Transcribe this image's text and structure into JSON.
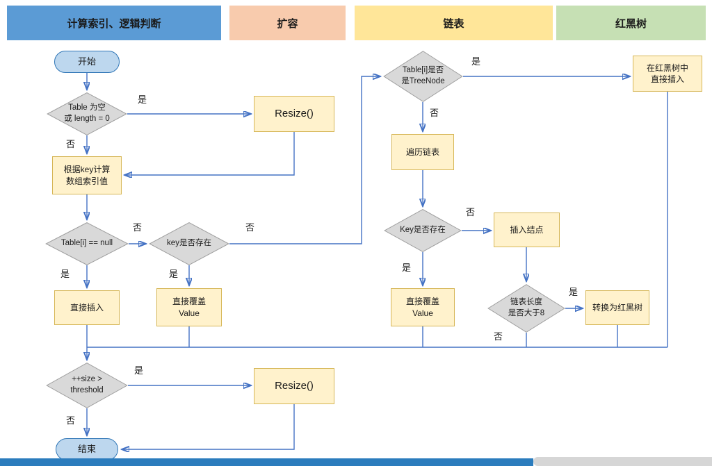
{
  "headers": {
    "index_logic": "计算索引、逻辑判断",
    "resize": "扩容",
    "linked_list": "链表",
    "red_black_tree": "红黑树"
  },
  "nodes": {
    "start": "开始",
    "table_empty_check": "Table 为空\n或 length = 0",
    "resize_1": "Resize()",
    "compute_index": "根据key计算\n数组索引值",
    "table_i_null_check": "Table[i] == null",
    "key_exists_check_1": "key是否存在",
    "direct_insert": "直接插入",
    "overwrite_value_1": "直接覆盖\nValue",
    "treenode_check": "Table[i]是否\n是TreeNode",
    "rbt_insert": "在红黑树中\n直接插入",
    "traverse_list": "遍历链表",
    "key_exists_check_2": "Key是否存在",
    "insert_node": "插入结点",
    "overwrite_value_2": "直接覆盖\nValue",
    "list_length_check": "链表长度\n是否大于8",
    "convert_rbt": "转换为红黑树",
    "size_threshold_check": "++size >\nthreshold",
    "resize_2": "Resize()",
    "end": "结束"
  },
  "edge_labels": {
    "yes": "是",
    "no": "否"
  },
  "colors": {
    "header_blue": "#5B9BD5",
    "header_peach": "#F8CBAD",
    "header_yellow": "#FFE699",
    "header_green": "#C6E0B4",
    "terminal_fill": "#BDD7EE",
    "terminal_border": "#2E75B6",
    "process_fill": "#FFF2CC",
    "process_border": "#D6B656",
    "diamond_fill": "#D9D9D9",
    "diamond_border": "#9E9E9E",
    "arrow": "#4472C4",
    "bottom_bar": "#2B7CBD",
    "bottom_bar_right": "#D6D6D6"
  }
}
